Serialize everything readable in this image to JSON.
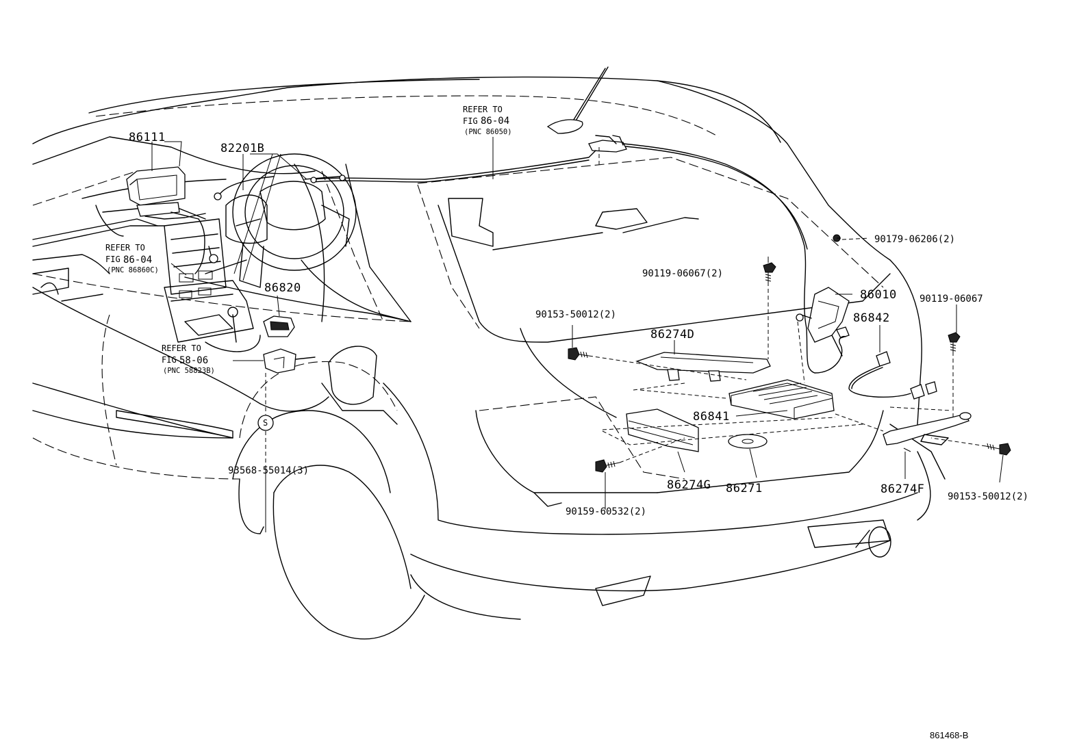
{
  "labels": {
    "p86111": "86111",
    "p82201b": "82201B",
    "p86820": "86820",
    "p86010": "86010",
    "p86842": "86842",
    "p86274d": "86274D",
    "p86841": "86841",
    "p86274g": "86274G",
    "p86271": "86271",
    "p86274f": "86274F",
    "b90179": "90179-06206(2)",
    "b90119a": "90119-06067(2)",
    "b90119b": "90119-06067",
    "b90153a": "90153-50012(2)",
    "b90153b": "90153-50012(2)",
    "b90159": "90159-60532(2)",
    "b93568": "93568-55014(3)",
    "symbol_s": "S"
  },
  "refs": {
    "antenna": {
      "line1": "REFER TO",
      "line2": "FIG",
      "fig": "86-04",
      "pnc": "(PNC 86050)"
    },
    "dash": {
      "line1": "REFER TO",
      "line2": "FIG",
      "fig": "86-04",
      "pnc": "(PNC 86860C)"
    },
    "shift": {
      "line1": "REFER TO",
      "line2": "FIG",
      "fig": "58-06",
      "pnc": "(PNC 58823B)"
    }
  },
  "diagram_id": "861468-B"
}
